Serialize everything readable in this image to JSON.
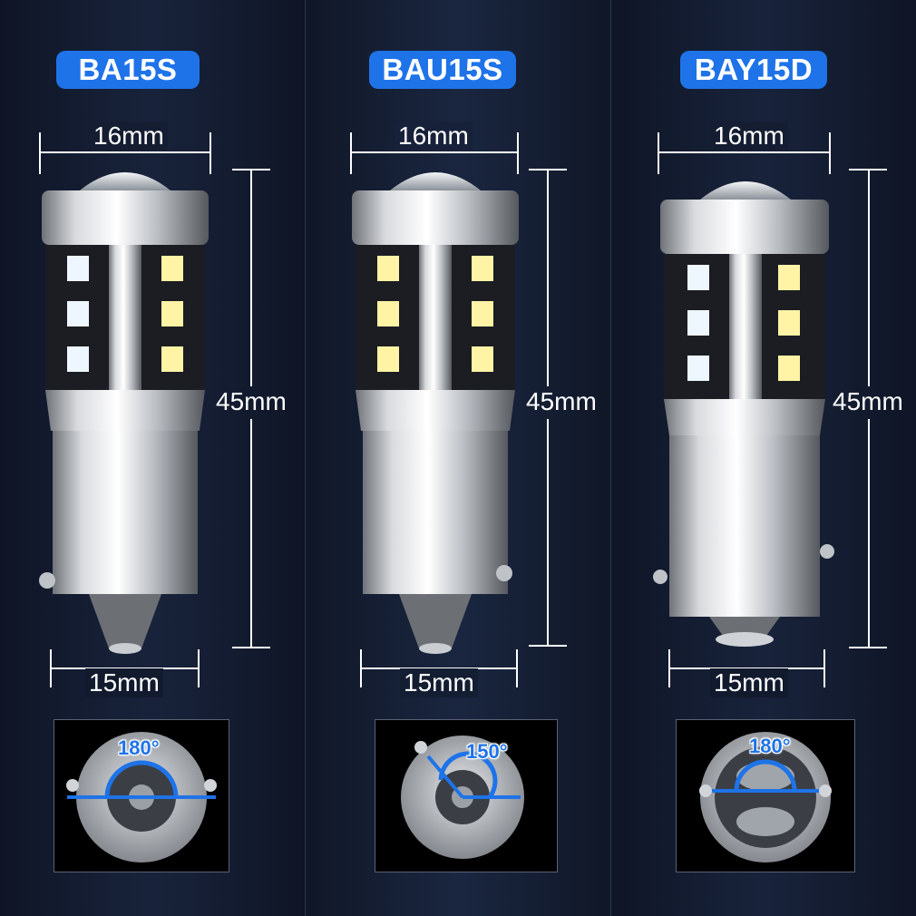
{
  "products": [
    {
      "model": "BA15S",
      "top_width": "16mm",
      "length": "45mm",
      "base_width": "15mm",
      "beam_angle": "180°"
    },
    {
      "model": "BAU15S",
      "top_width": "16mm",
      "length": "45mm",
      "base_width": "15mm",
      "beam_angle": "150°"
    },
    {
      "model": "BAY15D",
      "top_width": "16mm",
      "length": "45mm",
      "base_width": "15mm",
      "beam_angle": "180°"
    }
  ],
  "colors": {
    "badge": "#1f73e8",
    "angle_line": "#1e73e8",
    "background": "#0e1422"
  }
}
